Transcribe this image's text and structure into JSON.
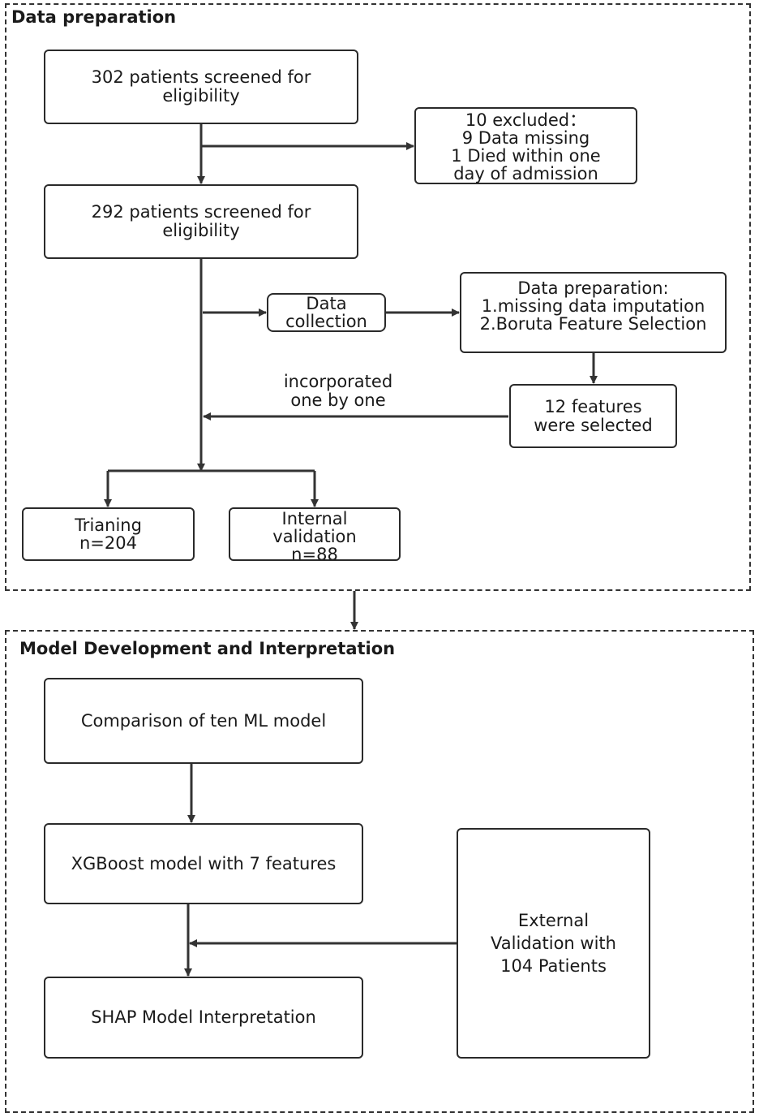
{
  "panels": {
    "prep_title": "Data preparation",
    "model_title": "Model Development and Interpretation"
  },
  "nodes": {
    "screened_302": [
      "302 patients screened for",
      "eligibility"
    ],
    "excluded": [
      "10 excluded：",
      "9 Data missing",
      "1 Died within one",
      "day of admission"
    ],
    "screened_292": [
      "292 patients screened for",
      "eligibility"
    ],
    "data_collection": [
      "Data",
      "collection"
    ],
    "data_preparation": [
      "Data preparation:",
      "1.missing data imputation",
      "2.Boruta Feature Selection"
    ],
    "features_selected": [
      "12 features",
      "were selected"
    ],
    "incorporated_label": [
      "incorporated",
      "one by one"
    ],
    "training": [
      "Trianing",
      "n=204"
    ],
    "internal_validation": [
      "Internal",
      "validation",
      "n=88"
    ],
    "comparison": [
      "Comparison of ten ML model"
    ],
    "xgboost": [
      "XGBoost model with 7 features"
    ],
    "shap": [
      "SHAP Model Interpretation"
    ],
    "external_validation": [
      "External",
      "Validation with",
      "104 Patients"
    ]
  },
  "colors": {
    "line": "#333333",
    "text": "#1a1a1a"
  }
}
